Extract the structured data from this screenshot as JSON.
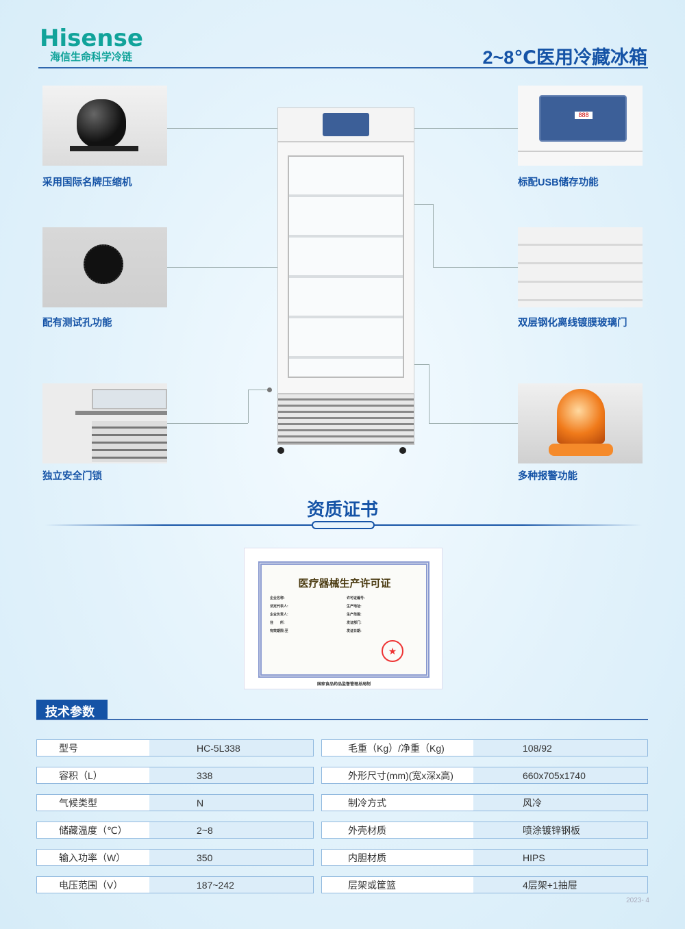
{
  "header": {
    "brand": "Hisense",
    "brand_sub": "海信生命科学冷链",
    "title": "2~8℃医用冷藏冰箱"
  },
  "features": [
    {
      "label": "采用国际名牌压缩机",
      "icon": "compressor"
    },
    {
      "label": "标配USB储存功能",
      "icon": "control-panel"
    },
    {
      "label": "配有测试孔功能",
      "icon": "test-hole"
    },
    {
      "label": "双层钢化离线镀膜玻璃门",
      "icon": "glass-door"
    },
    {
      "label": "独立安全门锁",
      "icon": "door-lock"
    },
    {
      "label": "多种报警功能",
      "icon": "alarm-light"
    }
  ],
  "panel_display": "888",
  "certificate": {
    "section_title": "资质证书",
    "title": "医疗器械生产许可证",
    "fields": [
      "许可证编号:",
      "企业名称:",
      "生产地址:",
      "法定代表人:",
      "生产范围:",
      "企业负责人:",
      "住　　所:",
      "发证部门:",
      "有效期限:至",
      "发证日期:"
    ],
    "issuer": "国家食品药品监督管理总局制"
  },
  "specs": {
    "title": "技术参数",
    "rows": [
      {
        "k1": "型号",
        "v1": "HC-5L338",
        "k2": "毛重（Kg）/净重（Kg)",
        "v2": "108/92"
      },
      {
        "k1": "容积（L）",
        "v1": "338",
        "k2": "外形尺寸(mm)(宽x深x高)",
        "v2": "660x705x1740"
      },
      {
        "k1": "气候类型",
        "v1": "N",
        "k2": "制冷方式",
        "v2": "风冷"
      },
      {
        "k1": "储藏温度（℃）",
        "v1": "2~8",
        "k2": "外壳材质",
        "v2": "喷涂镀锌钢板"
      },
      {
        "k1": "输入功率（W）",
        "v1": "350",
        "k2": "内胆材质",
        "v2": "HIPS"
      },
      {
        "k1": "电压范围（V）",
        "v1": "187~242",
        "k2": "层架或筐篮",
        "v2": "4层架+1抽屉"
      }
    ]
  },
  "footer": "2023- 4"
}
